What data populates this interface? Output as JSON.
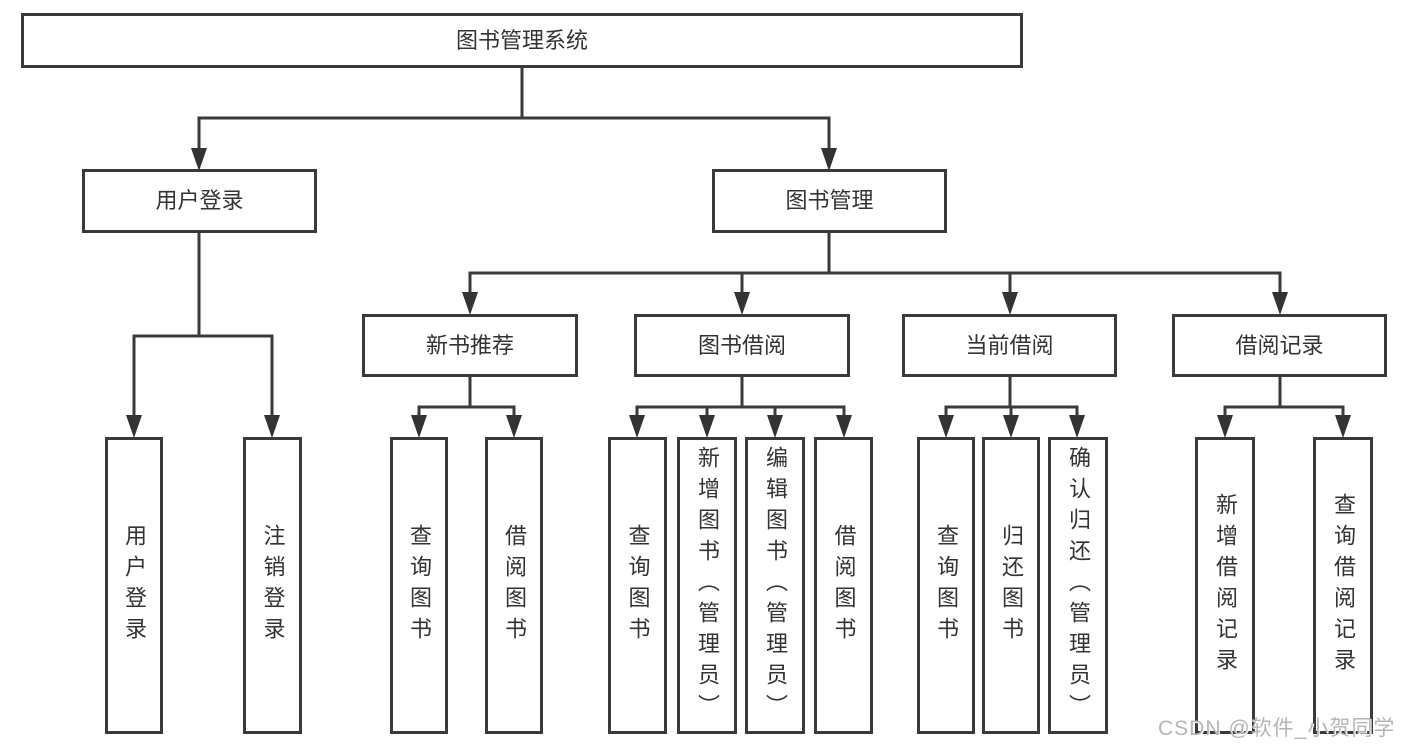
{
  "diagram": {
    "title": "图书管理系统",
    "type": "hierarchy-tree",
    "watermark": "CSDN @软件_小贺同学",
    "colors": {
      "background": "#ffffff",
      "line": "#3a3a3a",
      "box_border": "#3a3a3a",
      "text": "#333333",
      "watermark": "#b5b5b5"
    },
    "nodes": [
      {
        "id": "root",
        "label": "图书管理系统",
        "parent": null,
        "level": 1
      },
      {
        "id": "user-login",
        "label": "用户登录",
        "parent": "root",
        "level": 2
      },
      {
        "id": "book-mgmt",
        "label": "图书管理",
        "parent": "root",
        "level": 2
      },
      {
        "id": "new-book-rec",
        "label": "新书推荐",
        "parent": "book-mgmt",
        "level": 3
      },
      {
        "id": "book-borrow",
        "label": "图书借阅",
        "parent": "book-mgmt",
        "level": 3
      },
      {
        "id": "current-borrow",
        "label": "当前借阅",
        "parent": "book-mgmt",
        "level": 3
      },
      {
        "id": "borrow-records",
        "label": "借阅记录",
        "parent": "book-mgmt",
        "level": 3
      },
      {
        "id": "login-leaf",
        "label": "用户登录",
        "parent": "user-login",
        "level": 4
      },
      {
        "id": "logout-leaf",
        "label": "注销登录",
        "parent": "user-login",
        "level": 4
      },
      {
        "id": "query-books-rec",
        "label": "查询图书",
        "parent": "new-book-rec",
        "level": 4
      },
      {
        "id": "borrow-books-rec",
        "label": "借阅图书",
        "parent": "new-book-rec",
        "level": 4
      },
      {
        "id": "query-books-borrow",
        "label": "查询图书",
        "parent": "book-borrow",
        "level": 4
      },
      {
        "id": "add-books-admin",
        "label": "新增图书（管理员）",
        "parent": "book-borrow",
        "level": 4
      },
      {
        "id": "edit-books-admin",
        "label": "编辑图书（管理员）",
        "parent": "book-borrow",
        "level": 4
      },
      {
        "id": "borrow-books-borrow",
        "label": "借阅图书",
        "parent": "book-borrow",
        "level": 4
      },
      {
        "id": "query-books-current",
        "label": "查询图书",
        "parent": "current-borrow",
        "level": 4
      },
      {
        "id": "return-books",
        "label": "归还图书",
        "parent": "current-borrow",
        "level": 4
      },
      {
        "id": "confirm-return-admin",
        "label": "确认归还（管理员）",
        "parent": "current-borrow",
        "level": 4
      },
      {
        "id": "add-borrow-record",
        "label": "新增借阅记录",
        "parent": "borrow-records",
        "level": 4
      },
      {
        "id": "query-borrow-record",
        "label": "查询借阅记录",
        "parent": "borrow-records",
        "level": 4
      }
    ]
  }
}
